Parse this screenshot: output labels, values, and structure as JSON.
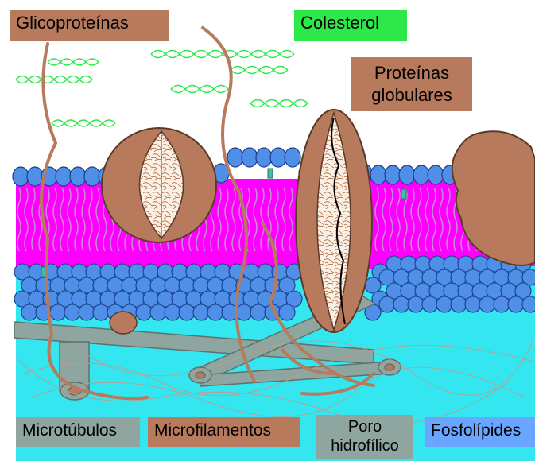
{
  "labels": {
    "glycoproteins": "Glicoproteínas",
    "cholesterol": "Colesterol",
    "globular_proteins_line1": "Proteínas",
    "globular_proteins_line2": "globulares",
    "microtubules": "Microtúbulos",
    "microfilaments": "Microfilamentos",
    "hydrophilic_pore_line1": "Poro",
    "hydrophilic_pore_line2": "hidrofílico",
    "phospholipids": "Fosfolípides"
  },
  "colors": {
    "cytoplasm": "#33e6f0",
    "lipid_core": "#ff00ff",
    "phospholipid_head": "#4f8fe8",
    "protein": "#b87a5c",
    "protein_interior": "#fbf1e6",
    "cytoskeleton": "#8fa6a0",
    "glycan_chain": "#2ee84a",
    "cholesterol": "#3cc2a0"
  }
}
